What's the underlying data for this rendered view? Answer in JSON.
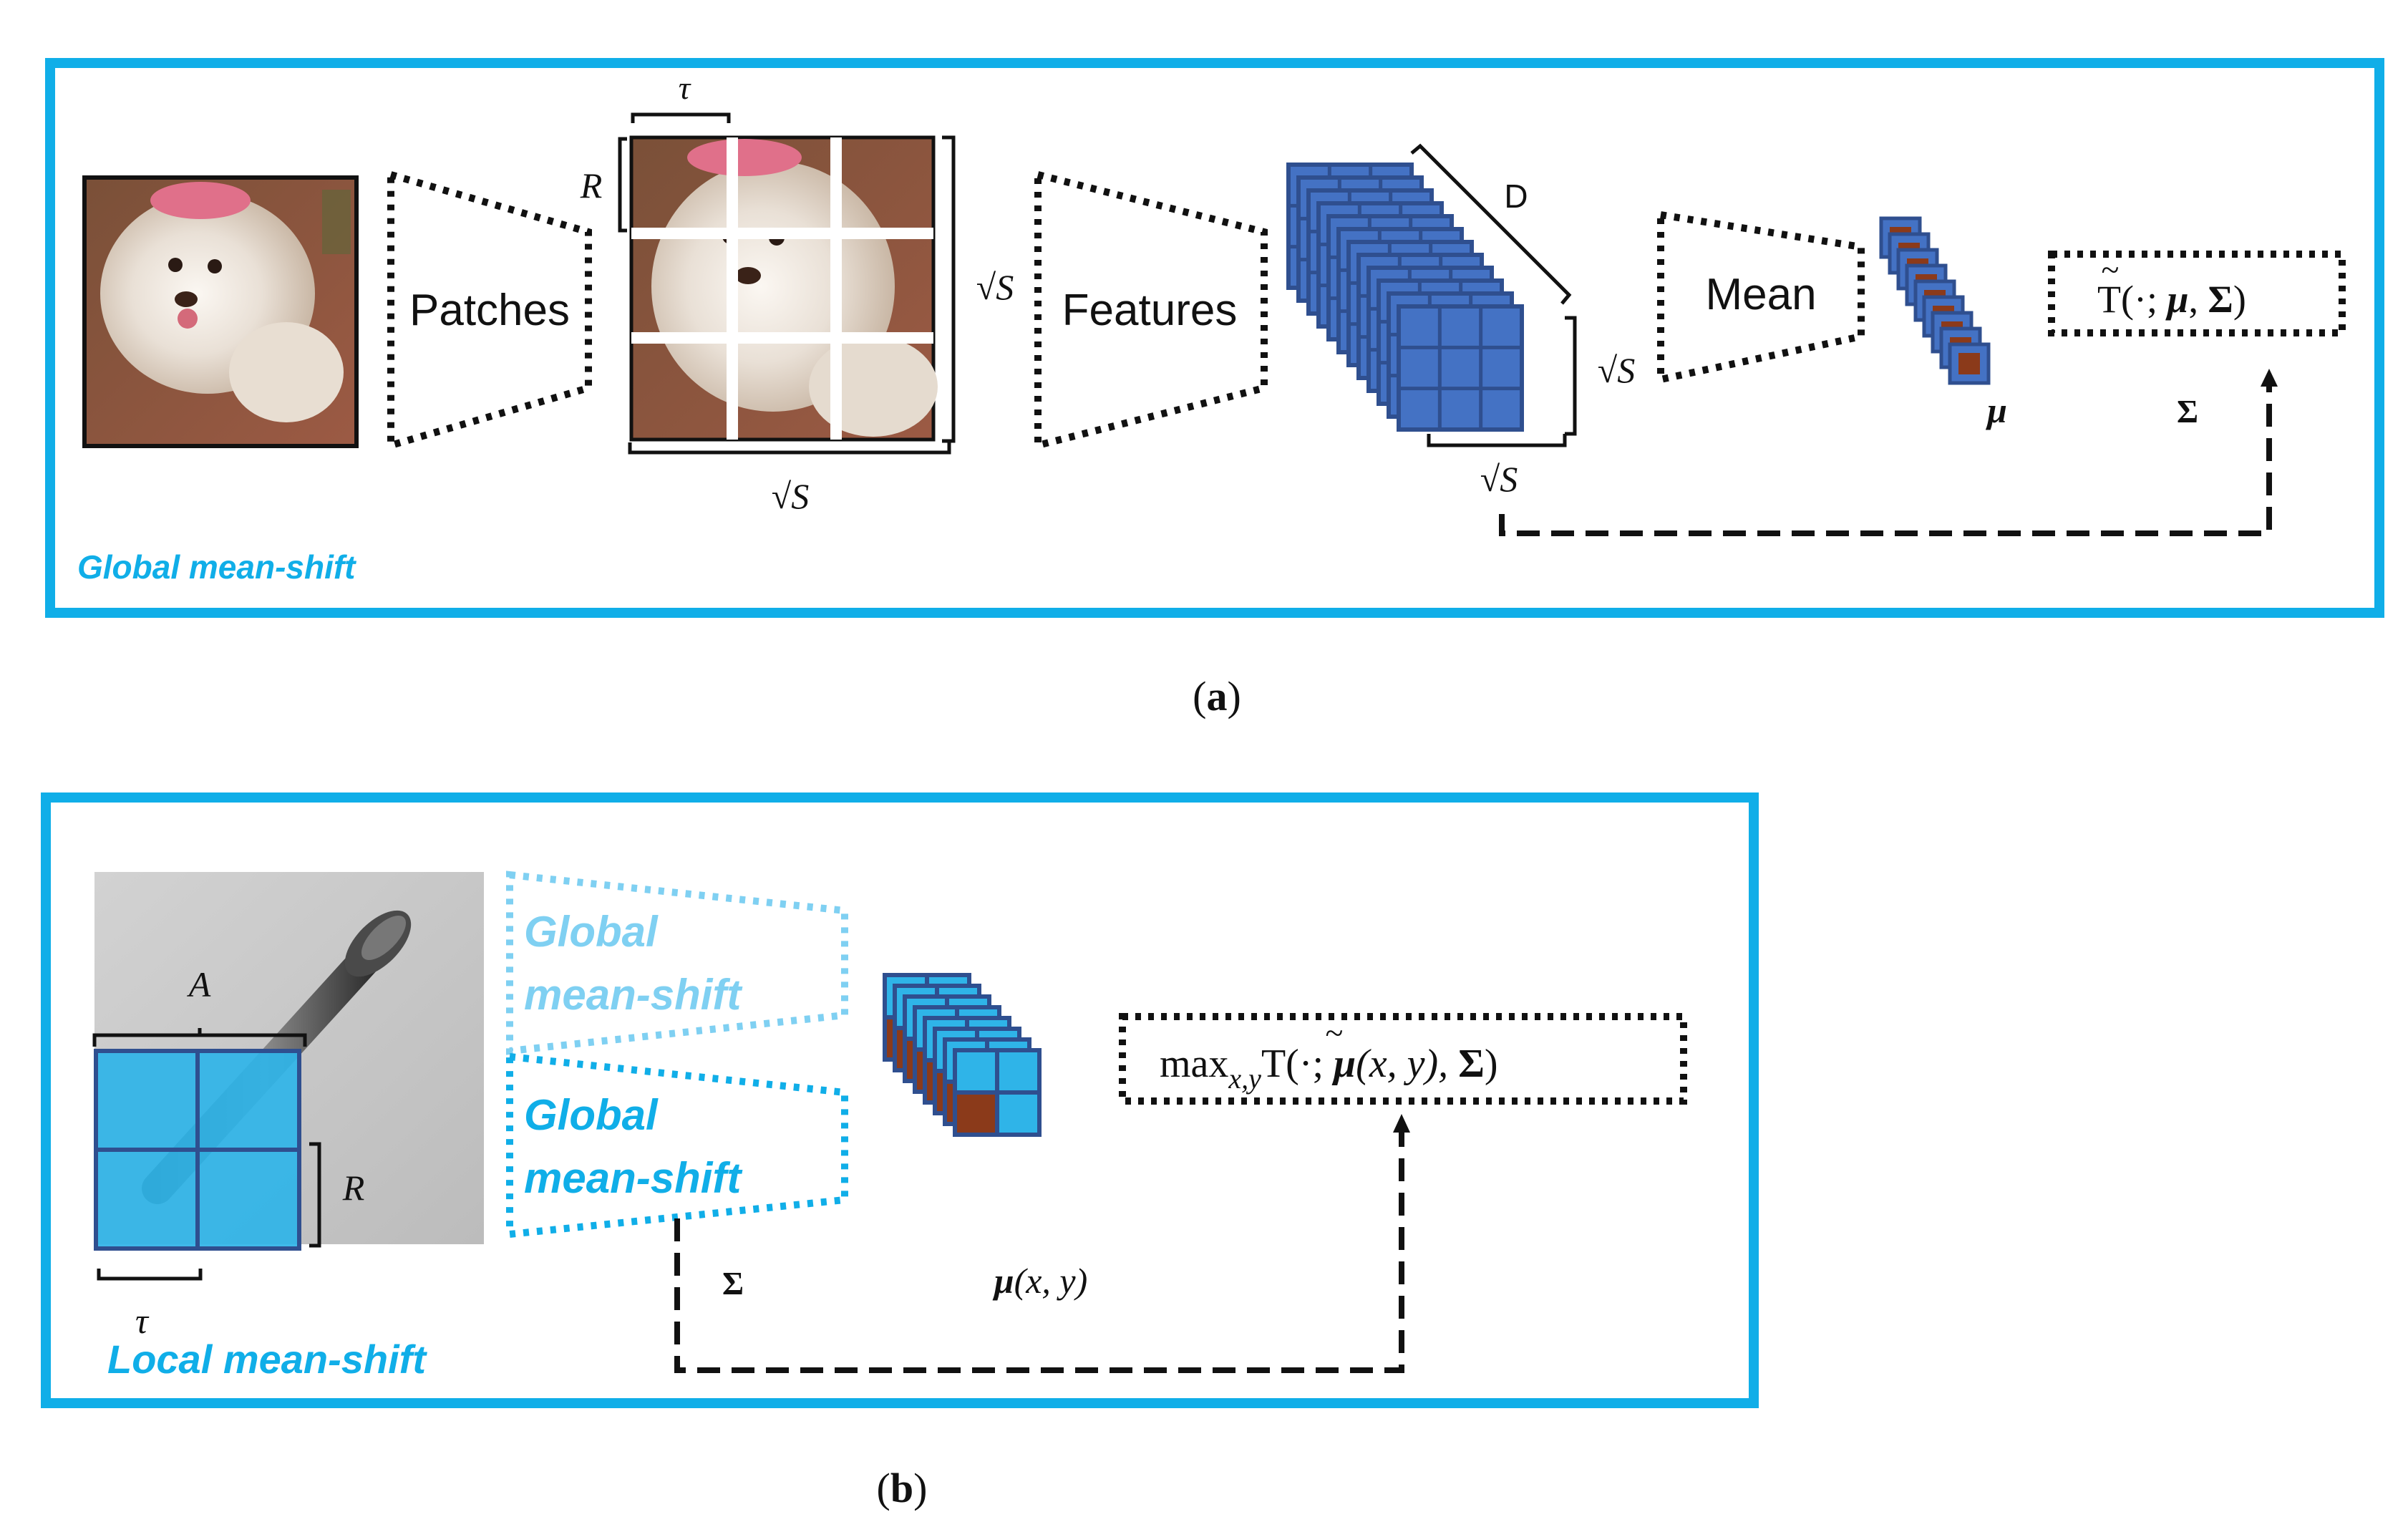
{
  "panel_a": {
    "caption": "(a)",
    "caption_letter": "a",
    "section_label": "Global mean-shift",
    "patches_label": "Patches",
    "features_label": "Features",
    "mean_label": "Mean",
    "tau_label": "τ",
    "r_label": "R",
    "sqrt_s_label": "√S",
    "d_label": "D",
    "mu_label": "μ",
    "sigma_label": "Σ",
    "t_formula": {
      "t": "T",
      "tilde": "~",
      "open": "(·; ",
      "mu": "μ",
      "comma": ", ",
      "sigma": "Σ",
      "close": ")"
    }
  },
  "panel_b": {
    "caption": "(b)",
    "caption_letter": "b",
    "section_label": "Local mean-shift",
    "ghost_block": {
      "line1": "Global",
      "line2": "mean-shift"
    },
    "active_block": {
      "line1": "Global",
      "line2": "mean-shift"
    },
    "a_label": "A",
    "r_label": "R",
    "tau_label": "τ",
    "sigma_label": "Σ",
    "mu_xy": {
      "mu": "μ",
      "args": "(x, y)"
    },
    "max_formula": {
      "max": "max",
      "sub": "x,y",
      "t": "T",
      "tilde": "~",
      "open": "(·; ",
      "mu": "μ",
      "args": "(x, y), ",
      "sigma": "Σ",
      "close": ")"
    }
  },
  "colors": {
    "frame": "#10aee8",
    "feature_blue": "#4472c4",
    "feature_border": "#2f4f8f",
    "cyan_cell": "#2fb4e8",
    "mean_brown": "#8b3a1a",
    "ghost": "#7fd0f2",
    "text": "#111111"
  }
}
